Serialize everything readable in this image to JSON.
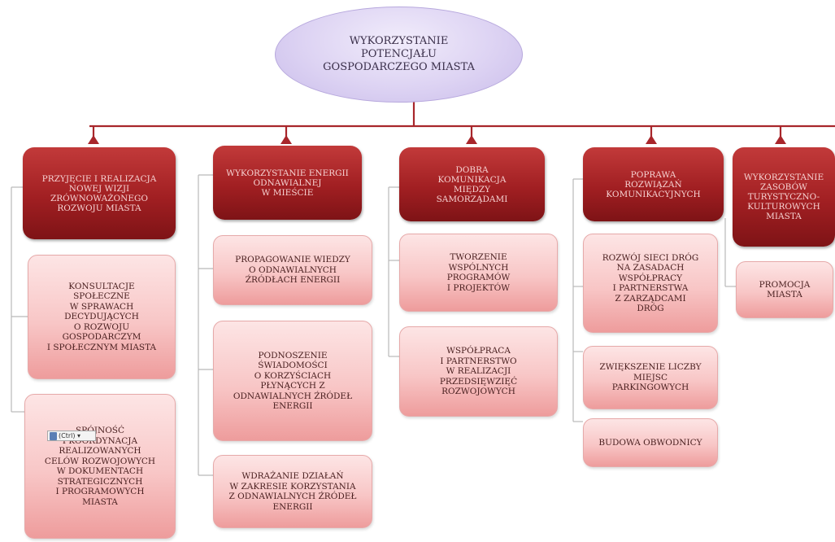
{
  "root": {
    "text": "WYKORZYSTANIE\nPOTENCJAŁU\nGOSPODARCZEGO MIASTA"
  },
  "columns": [
    {
      "head": "PRZYJĘCIE I REALIZACJA\nNOWEJ WIZJI\nZRÓWNOWAŻONEGO\nROZWOJU MIASTA",
      "children": [
        "KONSULTACJE\nSPOŁECZNE\nW SPRAWACH\nDECYDUJĄCYCH\nO ROZWOJU\nGOSPODARCZYM\nI SPOŁECZNYM MIASTA",
        "SPÓJNOŚĆ\nI KOORDYNACJA\nREALIZOWANYCH\nCELÓW ROZWOJOWYCH\nW DOKUMENTACH\nSTRATEGICZNYCH\nI PROGRAMOWYCH\nMIASTA"
      ]
    },
    {
      "head": "WYKORZYSTANIE ENERGII\nODNAWIALNEJ\nW MIEŚCIE",
      "children": [
        "PROPAGOWANIE WIEDZY\nO ODNAWIALNYCH\nŹRÓDŁACH ENERGII",
        "PODNOSZENIE\nŚWIADOMOŚCI\nO KORZYŚCIACH\nPŁYNĄCYCH Z\nODNAWIALNYCH ŹRÓDEŁ\nENERGII",
        "WDRAŻANIE DZIAŁAŃ\nW ZAKRESIE KORZYSTANIA\nZ ODNAWIALNYCH ŹRÓDEŁ\nENERGII"
      ]
    },
    {
      "head": "DOBRA\nKOMUNIKACJA\nMIĘDZY\nSAMORZĄDAMI",
      "children": [
        "TWORZENIE\nWSPÓLNYCH\nPROGRAMÓW\nI PROJEKTÓW",
        "WSPÓŁPRACA\nI PARTNERSTWO\nW REALIZACJI\nPRZEDSIĘWZIĘĆ\nROZWOJOWYCH"
      ]
    },
    {
      "head": "POPRAWA\nROZWIĄZAŃ\nKOMUNIKACYJNYCH",
      "children": [
        "ROZWÓJ SIECI DRÓG\nNA ZASADACH\nWSPÓŁPRACY\nI PARTNERSTWA\nZ ZARZĄDCAMI\nDRÓG",
        "ZWIĘKSZENIE LICZBY\nMIEJSC\nPARKINGOWYCH",
        "BUDOWA OBWODNICY"
      ]
    },
    {
      "head": "WYKORZYSTANIE\nZASOBÓW\nTURYSTYCZNO-\nKULTUROWYCH\nMIASTA",
      "children": [
        "PROMOCJA\nMIASTA"
      ]
    }
  ],
  "paste_popup": {
    "label": "(Ctrl) ▾"
  },
  "colors": {
    "connector": "#a8262b",
    "head": "#a11f22",
    "child": "#f8c6c6",
    "root": "#ddd3f3"
  }
}
